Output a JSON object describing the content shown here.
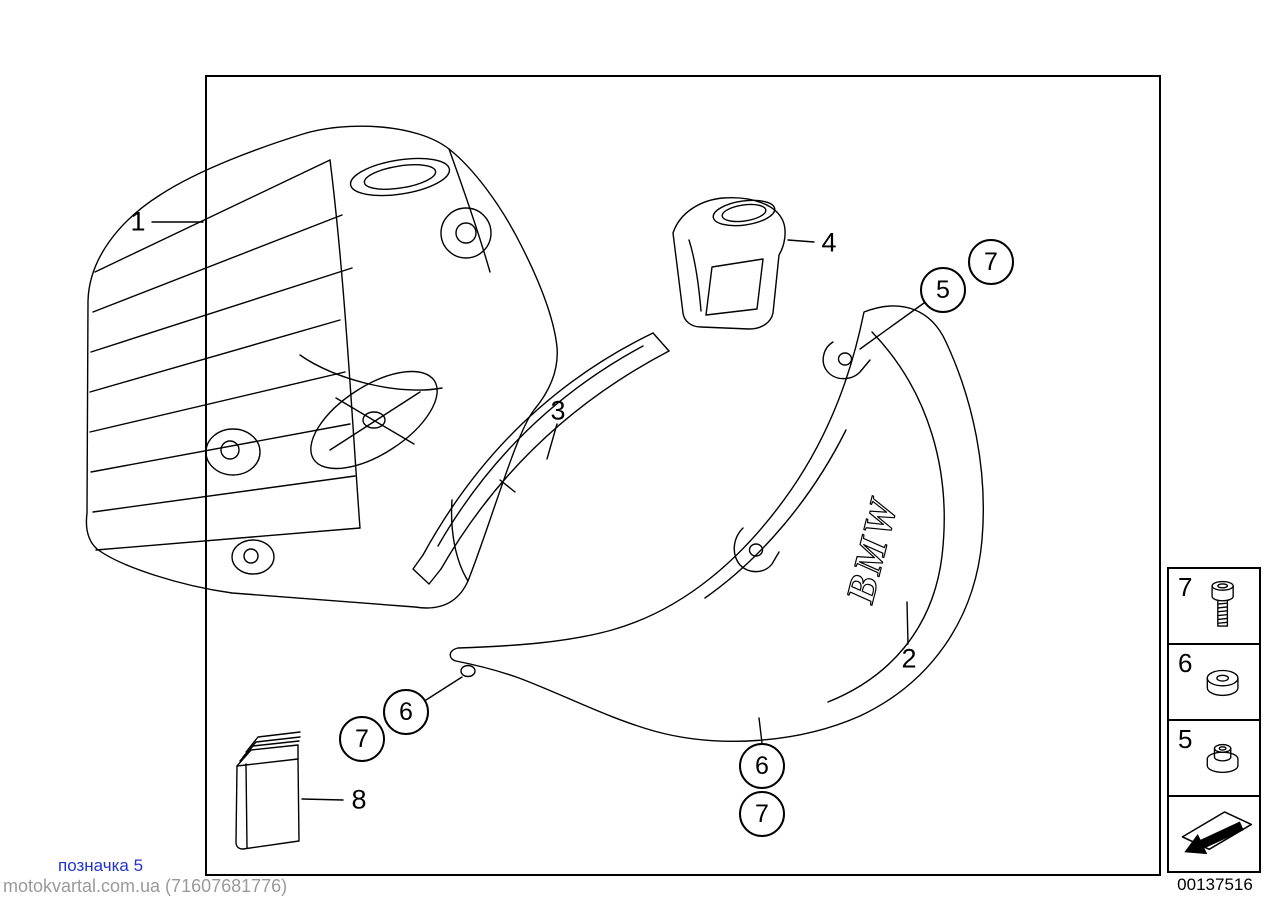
{
  "watermarks": {
    "annotation": "позначка 5",
    "site_credit": "motokvartal.com.ua (71607681776)"
  },
  "document_number": "00137516",
  "diagram": {
    "brand_text": "BMW"
  },
  "callouts": {
    "plain": [
      {
        "text": "1"
      },
      {
        "text": "2"
      },
      {
        "text": "3"
      },
      {
        "text": "4"
      },
      {
        "text": "8"
      }
    ],
    "circles": [
      {
        "text": "5"
      },
      {
        "text": "7"
      },
      {
        "text": "6"
      },
      {
        "text": "7"
      },
      {
        "text": "6"
      },
      {
        "text": "7"
      }
    ]
  },
  "legend": {
    "items": [
      {
        "num": "7",
        "icon": "screw-icon"
      },
      {
        "num": "6",
        "icon": "washer-icon"
      },
      {
        "num": "5",
        "icon": "nut-icon"
      },
      {
        "num": "",
        "icon": "direction-arrow-icon"
      }
    ]
  },
  "colors": {
    "line": "#000000",
    "annotation_blue": "#2233cc",
    "site_gray": "#9a9a9a"
  }
}
